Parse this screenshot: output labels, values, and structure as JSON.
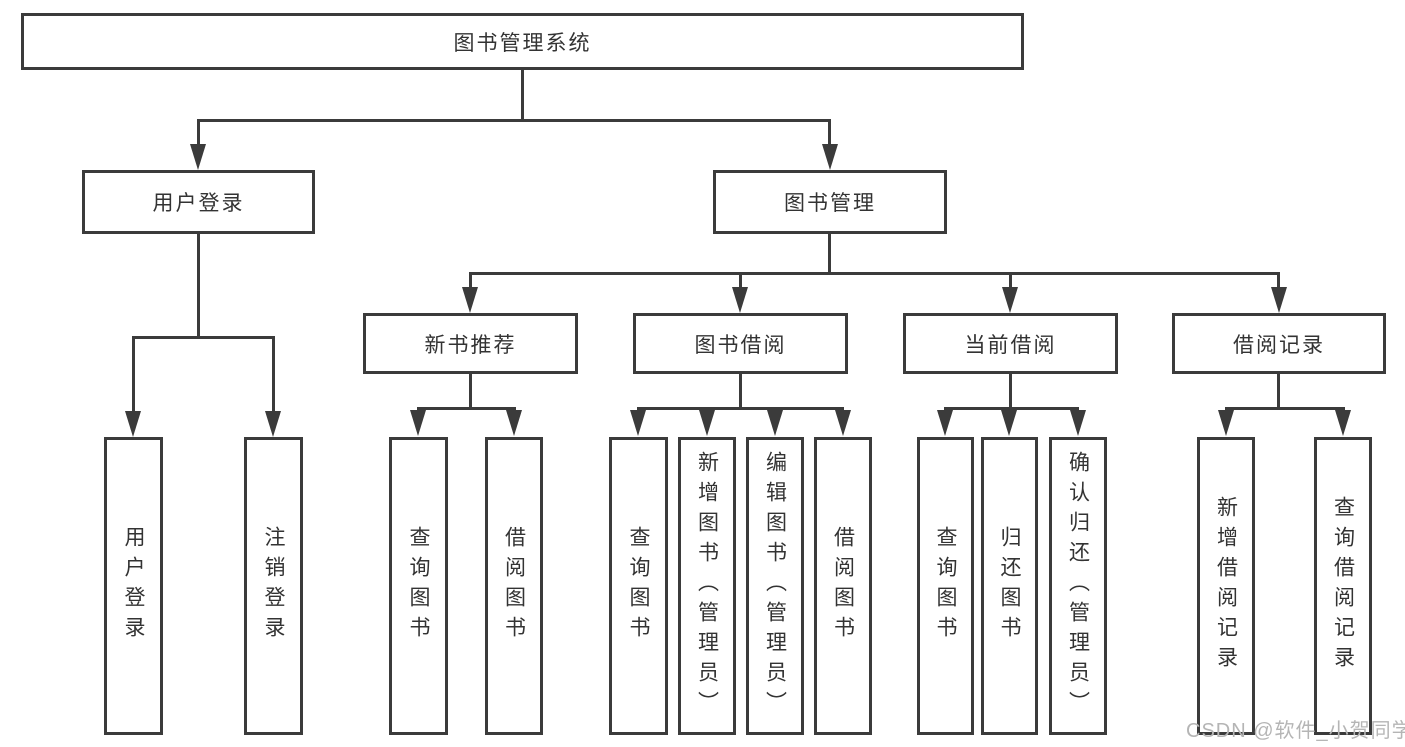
{
  "diagram": {
    "title": "图书管理系统",
    "root": {
      "label": "图书管理系统"
    },
    "level2": [
      {
        "label": "用户登录"
      },
      {
        "label": "图书管理"
      }
    ],
    "level3": [
      {
        "label": "新书推荐"
      },
      {
        "label": "图书借阅"
      },
      {
        "label": "当前借阅"
      },
      {
        "label": "借阅记录"
      }
    ],
    "leaves": {
      "login": [
        {
          "label": "用户登录"
        },
        {
          "label": "注销登录"
        }
      ],
      "newbook": [
        {
          "label": "查询图书"
        },
        {
          "label": "借阅图书"
        }
      ],
      "borrow": [
        {
          "label": "查询图书"
        },
        {
          "label": "新增图书（管理员）"
        },
        {
          "label": "编辑图书（管理员）"
        },
        {
          "label": "借阅图书"
        }
      ],
      "current": [
        {
          "label": "查询图书"
        },
        {
          "label": "归还图书"
        },
        {
          "label": "确认归还（管理员）"
        }
      ],
      "records": [
        {
          "label": "新增借阅记录"
        },
        {
          "label": "查询借阅记录"
        }
      ]
    },
    "colors": {
      "line": "#3b3b3b",
      "text": "#333333",
      "background": "#ffffff",
      "watermark_color": "#b5b5b5"
    },
    "watermark": "CSDN @软件_小贺同学"
  }
}
